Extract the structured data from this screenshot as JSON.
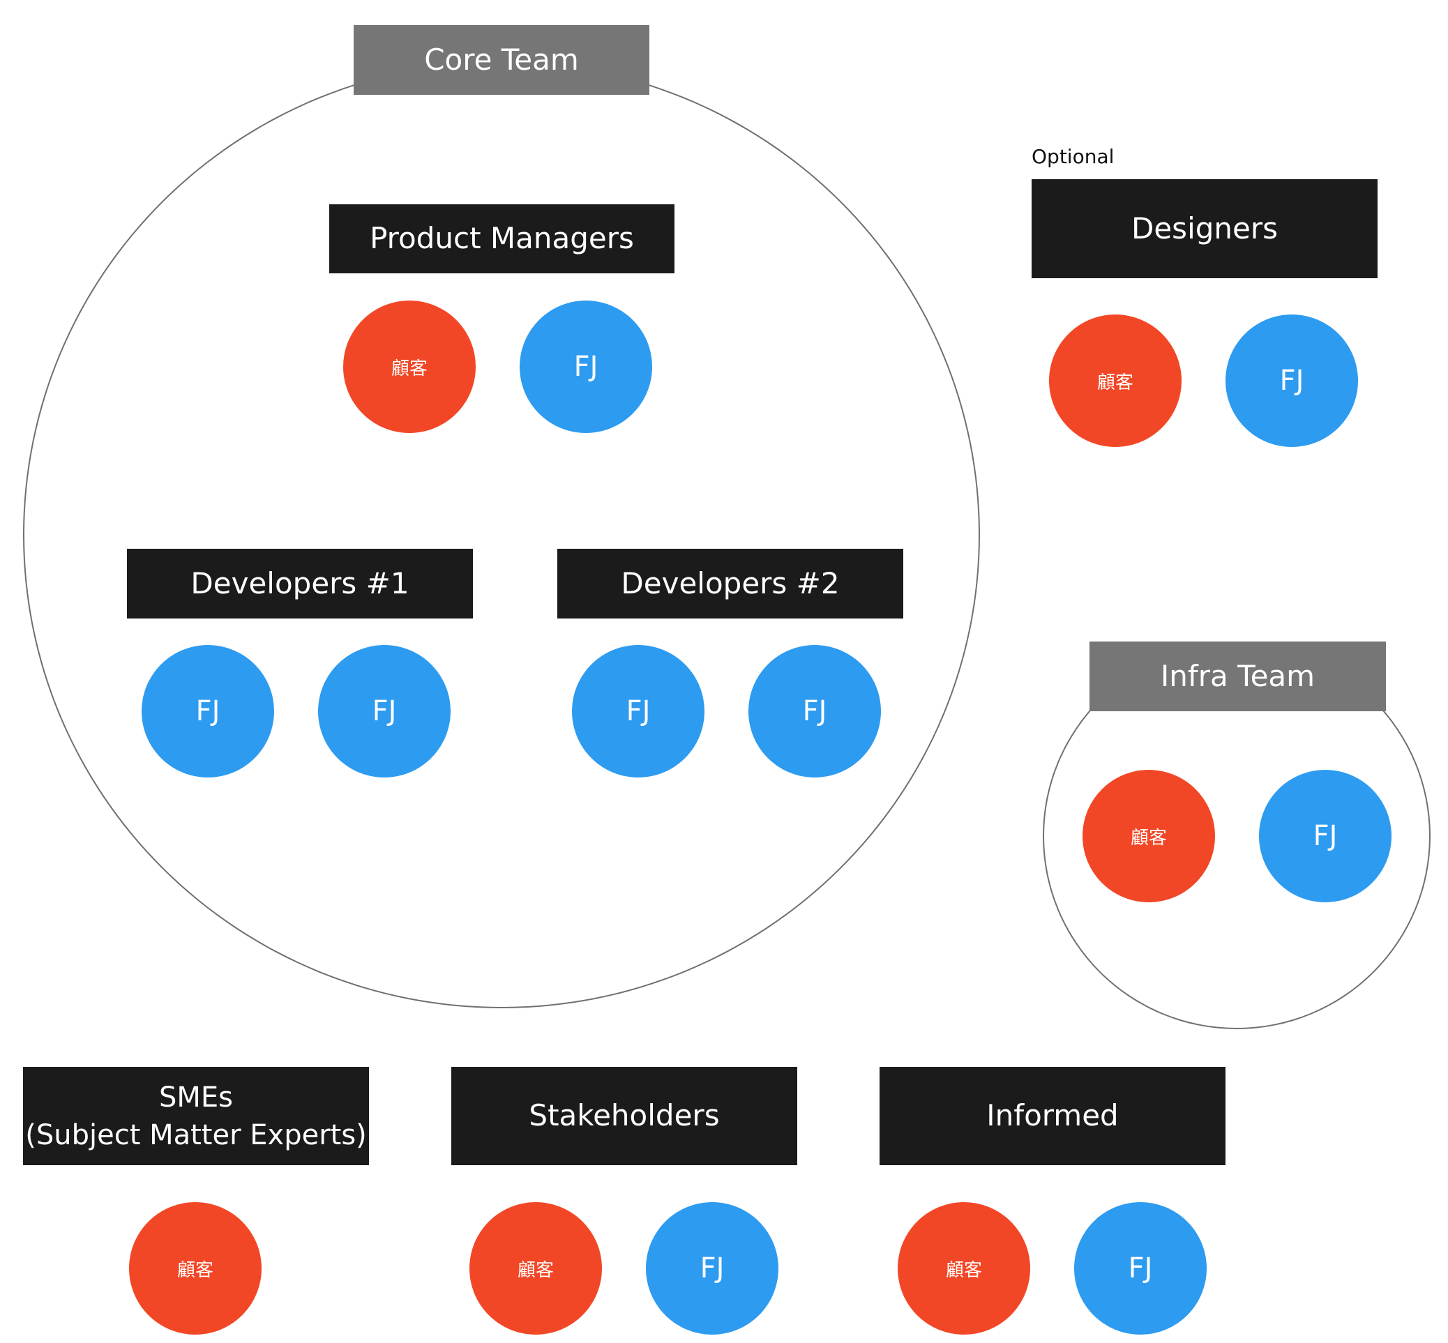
{
  "diagram": {
    "core_team": {
      "label": "Core Team",
      "groups": {
        "product_managers": {
          "label": "Product Managers",
          "members": [
            "顧客",
            "FJ"
          ]
        },
        "developers_1": {
          "label": "Developers #1",
          "members": [
            "FJ",
            "FJ"
          ]
        },
        "developers_2": {
          "label": "Developers #2",
          "members": [
            "FJ",
            "FJ"
          ]
        }
      }
    },
    "designers": {
      "note": "Optional",
      "label": "Designers",
      "members": [
        "顧客",
        "FJ"
      ]
    },
    "infra_team": {
      "label": "Infra Team",
      "members": [
        "顧客",
        "FJ"
      ]
    },
    "smes": {
      "label": "SMEs\n(Subject Matter Experts)",
      "members": [
        "顧客"
      ]
    },
    "stakeholders": {
      "label": "Stakeholders",
      "members": [
        "顧客",
        "FJ"
      ]
    },
    "informed": {
      "label": "Informed",
      "members": [
        "顧客",
        "FJ"
      ]
    },
    "colors": {
      "member_red": "#f24726",
      "member_blue": "#2d9bf0",
      "label_dark": "#1b1b1b",
      "label_grey": "#767676",
      "ring": "#707070"
    }
  }
}
